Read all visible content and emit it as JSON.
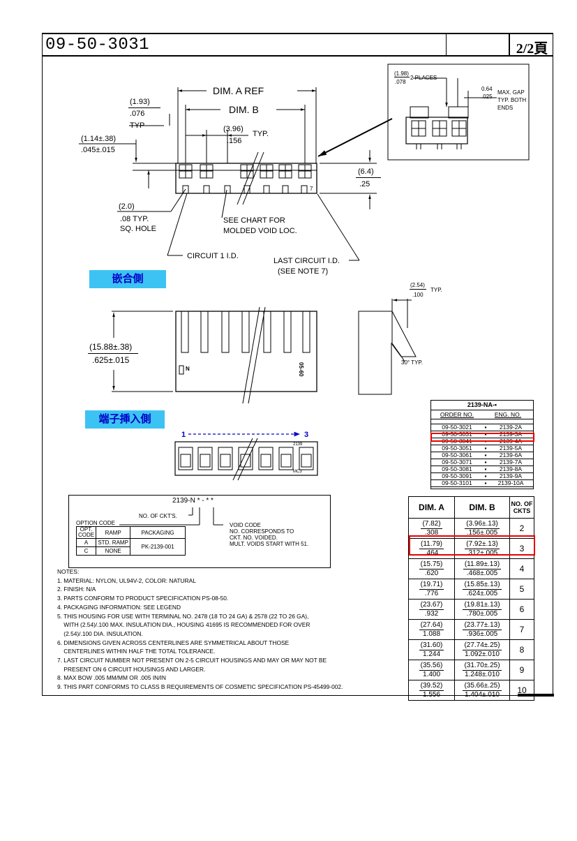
{
  "header": {
    "part_number": "09-50-3031",
    "page": "2/2頁"
  },
  "top_drawing": {
    "dim_a_ref": "DIM. A REF",
    "dim_b": "DIM. B",
    "d193_top": "(1.93)",
    "d193_bot": ".076",
    "d193_typ": "TYP",
    "d114_top": "(1.14±.38)",
    "d114_bot": ".045±.015",
    "d396_top": "(3.96)",
    "d396_bot": ".156",
    "d396_typ": "TYP.",
    "d64_top": "(6.4)",
    "d64_bot": ".25",
    "d20_top": "(2.0)",
    "d20_bot": ".08 TYP.",
    "d20_sq": "SQ. HOLE",
    "see_chart_1": "SEE CHART FOR",
    "see_chart_2": "MOLDED VOID LOC.",
    "circuit1": "CIRCUIT 1 I.D.",
    "last_circuit_1": "LAST CIRCUIT I.D.",
    "last_circuit_2": "(SEE NOTE 7)",
    "pin_label": "7"
  },
  "detail": {
    "d198_top": "(1.98)",
    "d198_bot": ".078",
    "places": "2 PLACES",
    "d064_top": "0.64",
    "d064_bot": ".025",
    "gap_1": "MAX. GAP",
    "gap_2": "TYP. BOTH",
    "gap_3": "ENDS"
  },
  "side_view": {
    "tag": "嵌合側",
    "d1588_top": "(15.88±.38)",
    "d1588_bot": ".625±.015",
    "d254_top": "(2.54)",
    "d254_bot": ".100",
    "d254_typ": "TYP.",
    "angle": "30° TYP.",
    "mark1": "05-60",
    "mark2": "N"
  },
  "insert_view": {
    "tag": "端子挿入側",
    "start": "1",
    "end": "3",
    "mark1": "2139",
    "mark2": "MC3"
  },
  "order_table": {
    "title": "2139-NA-•",
    "col_order": "ORDER NO.",
    "col_eng": "ENG. NO.",
    "rows": [
      {
        "order": "09-50-3021",
        "eng": "2139-2A"
      },
      {
        "order": "09-50-3031",
        "eng": "2139-3A"
      },
      {
        "order": "09-50-3041",
        "eng": "2139-4A"
      },
      {
        "order": "09-50-3051",
        "eng": "2139-5A"
      },
      {
        "order": "09-50-3061",
        "eng": "2139-6A"
      },
      {
        "order": "09-50-3071",
        "eng": "2139-7A"
      },
      {
        "order": "09-50-3081",
        "eng": "2139-8A"
      },
      {
        "order": "09-50-3091",
        "eng": "2139-9A"
      },
      {
        "order": "09-50-3101",
        "eng": "2139-10A"
      }
    ]
  },
  "dim_table": {
    "col_a": "DIM. A",
    "col_b": "DIM. B",
    "col_c_1": "NO. OF",
    "col_c_2": "CKTS",
    "rows": [
      {
        "a_mm": "(7.82)",
        "a_in": ".308",
        "b_mm": "(3.96±.13)",
        "b_in": ".156±.005",
        "ckts": "2"
      },
      {
        "a_mm": "(11.79)",
        "a_in": ".464",
        "b_mm": "(7.92±.13)",
        "b_in": ".312±.005",
        "ckts": "3"
      },
      {
        "a_mm": "(15.75)",
        "a_in": ".620",
        "b_mm": "(11.89±.13)",
        "b_in": ".468±.005",
        "ckts": "4"
      },
      {
        "a_mm": "(19.71)",
        "a_in": ".776",
        "b_mm": "(15.85±.13)",
        "b_in": ".624±.005",
        "ckts": "5"
      },
      {
        "a_mm": "(23.67)",
        "a_in": ".932",
        "b_mm": "(19.81±.13)",
        "b_in": ".780±.005",
        "ckts": "6"
      },
      {
        "a_mm": "(27.64)",
        "a_in": "1.088",
        "b_mm": "(23.77±.13)",
        "b_in": ".936±.005",
        "ckts": "7"
      },
      {
        "a_mm": "(31.60)",
        "a_in": "1.244",
        "b_mm": "(27.74±.25)",
        "b_in": "1.092±.010",
        "ckts": "8"
      },
      {
        "a_mm": "(35.56)",
        "a_in": "1.400",
        "b_mm": "(31.70±.25)",
        "b_in": "1.248±.010",
        "ckts": "9"
      },
      {
        "a_mm": "(39.52)",
        "a_in": "1.556",
        "b_mm": "(35.66±.25)",
        "b_in": "1.404±.010",
        "ckts": "10"
      }
    ]
  },
  "option": {
    "code": "2139-N * - * *",
    "ckts": "NO. OF CKT'S.",
    "option_code": "OPTION CODE",
    "void_1": "VOID CODE",
    "void_2": "NO. CORRESPONDS TO",
    "void_3": "CKT. NO. VOIDED.",
    "void_4": "MULT. VOIDS START WITH 51.",
    "h_opt_1": "OPT.",
    "h_opt_2": "CODE",
    "h_ramp": "RAMP",
    "h_pack": "PACKAGING",
    "r1_code": "A",
    "r1_ramp": "STD. RAMP",
    "r2_code": "C",
    "r2_ramp": "NONE",
    "pack": "PK-2139-001"
  },
  "notes": [
    "NOTES:",
    "1. MATERIAL: NYLON, UL94V-2, COLOR: NATURAL",
    "2. FINISH: N/A",
    "3. PARTS CONFORM TO PRODUCT SPECIFICATION PS-08-50.",
    "4. PACKAGING INFORMATION: SEE LEGEND",
    "5. THIS HOUSING FOR USE WITH TERMINAL NO. 2478 (18 TO 24 GA) & 2578 (22 TO 26 GA),",
    "    WITH (2.54)/.100 MAX. INSULATION DIA., HOUSING 41695 IS RECOMMENDED FOR OVER",
    "    (2.54)/.100 DIA. INSULATION.",
    "6. DIMENSIONS GIVEN ACROSS CENTERLINES ARE SYMMETRICAL ABOUT THOSE",
    "    CENTERLINES WITHIN HALF THE TOTAL TOLERANCE.",
    "7. LAST CIRCUIT NUMBER NOT PRESENT ON 2-5 CIRCUIT HOUSINGS AND MAY OR MAY NOT BE",
    "    PRESENT ON 6 CIRCUIT HOUSINGS AND LARGER.",
    "8. MAX BOW .005 MM/MM OR .005 IN/IN",
    "9. THIS PART CONFORMS TO CLASS B REQUIREMENTS OF COSMETIC SPECIFICATION PS-45499-002."
  ],
  "colors": {
    "highlight": "#e60000",
    "tag_bg": "#3cc3f3",
    "tag_text": "#0000c8",
    "arrow": "#0000c8"
  }
}
